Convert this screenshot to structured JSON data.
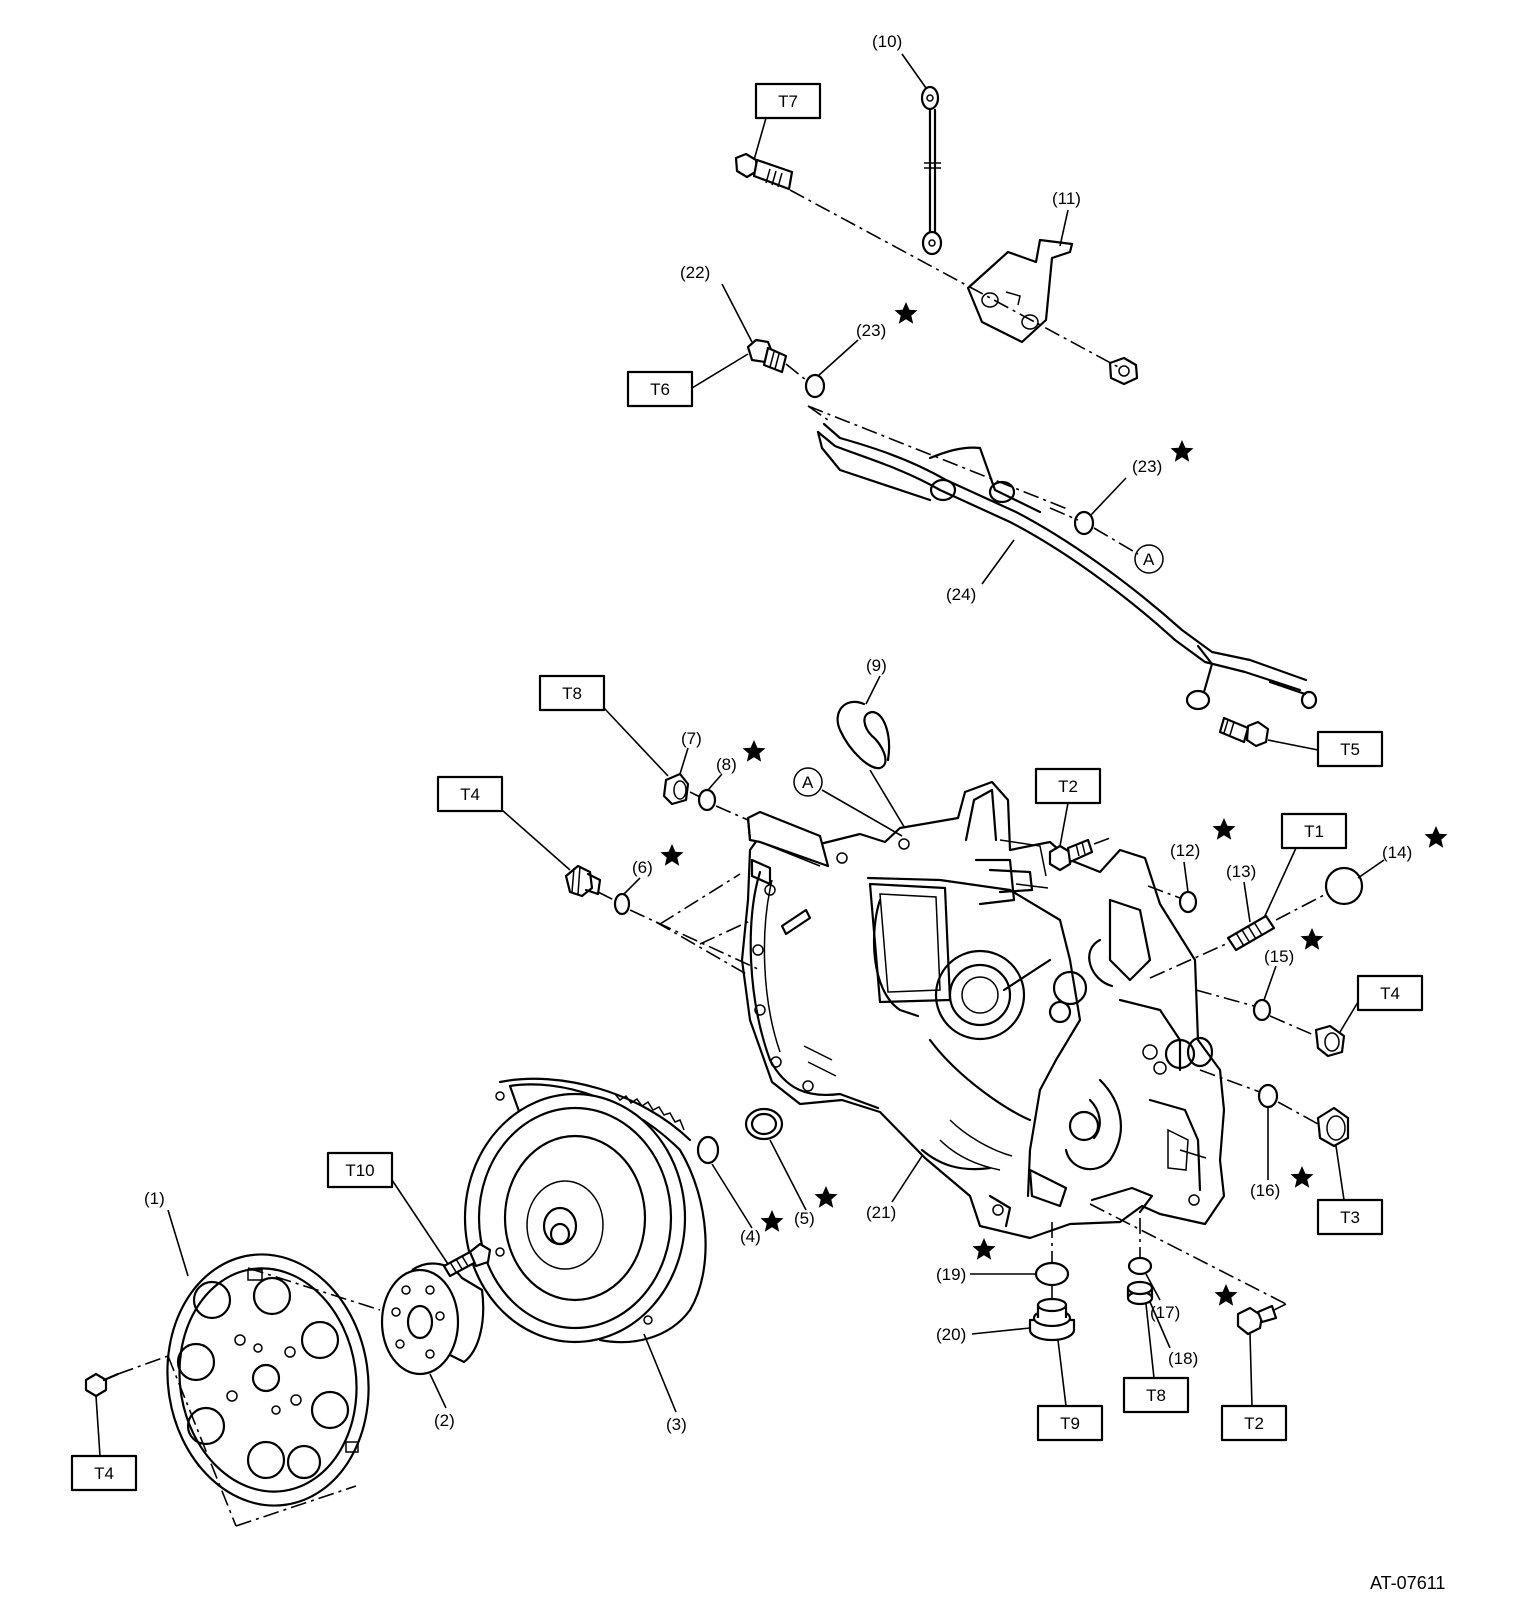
{
  "figure_code": "AT-07611",
  "ref_mark": "A",
  "parts": {
    "p1": "(1)",
    "p2": "(2)",
    "p3": "(3)",
    "p4": "(4)",
    "p5": "(5)",
    "p6": "(6)",
    "p7": "(7)",
    "p8": "(8)",
    "p9": "(9)",
    "p10": "(10)",
    "p11": "(11)",
    "p12": "(12)",
    "p13": "(13)",
    "p14": "(14)",
    "p15": "(15)",
    "p16": "(16)",
    "p17": "(17)",
    "p18": "(18)",
    "p19": "(19)",
    "p20": "(20)",
    "p21": "(21)",
    "p22": "(22)",
    "p23": "(23)",
    "p24": "(24)"
  },
  "torque": {
    "t1": "T1",
    "t2": "T2",
    "t3": "T3",
    "t4": "T4",
    "t5": "T5",
    "t6": "T6",
    "t7": "T7",
    "t8": "T8",
    "t9": "T9",
    "t10": "T10"
  }
}
